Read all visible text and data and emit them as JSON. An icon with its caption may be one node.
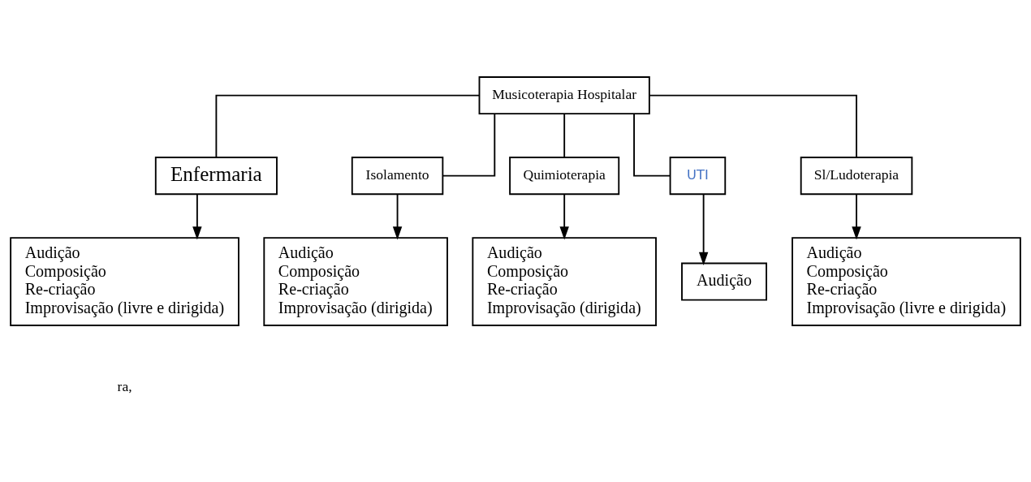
{
  "diagram": {
    "nodes": [
      {
        "text": [
          "Musicoterapia Hospitalar"
        ]
      },
      {
        "text": [
          "Enfermaria"
        ]
      },
      {
        "text": [
          "Isolamento"
        ]
      },
      {
        "text": [
          "Quimioterapia"
        ]
      },
      {
        "text": [
          "UTI"
        ]
      },
      {
        "text": [
          "Sl/Ludoterapia"
        ]
      },
      {
        "text": [
          "Audição",
          "Composição",
          "Re-criação",
          "Improvisação (livre e dirigida)"
        ]
      },
      {
        "text": [
          "Audição",
          "Composição",
          "Re-criação",
          "Improvisação (dirigida)"
        ]
      },
      {
        "text": [
          "Audição",
          "Composição",
          "Re-criação",
          "Improvisação (dirigida)"
        ]
      },
      {
        "text": [
          "Audição"
        ]
      },
      {
        "text": [
          "Audição",
          "Composição",
          "Re-criação",
          "Improvisação (livre e dirigida)"
        ]
      }
    ],
    "edges": [
      {
        "from": 0,
        "to": 1,
        "arrow": "none"
      },
      {
        "from": 0,
        "to": 2,
        "arrow": "none"
      },
      {
        "from": 0,
        "to": 3,
        "arrow": "none"
      },
      {
        "from": 0,
        "to": 4,
        "arrow": "none"
      },
      {
        "from": 0,
        "to": 5,
        "arrow": "none"
      },
      {
        "from": 1,
        "to": 6,
        "arrow": "to"
      },
      {
        "from": 2,
        "to": 7,
        "arrow": "to"
      },
      {
        "from": 3,
        "to": 8,
        "arrow": "to"
      },
      {
        "from": 4,
        "to": 9,
        "arrow": "to"
      },
      {
        "from": 5,
        "to": 10,
        "arrow": "to"
      }
    ],
    "labels": [
      "ra,"
    ]
  }
}
